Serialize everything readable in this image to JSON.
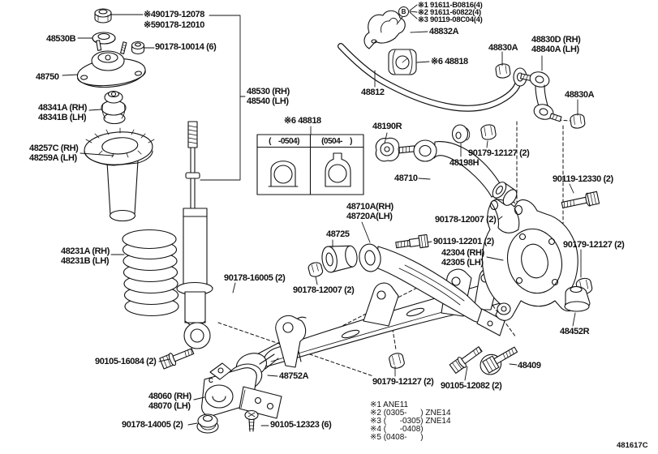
{
  "figure_code": "481617C",
  "ref_marker": "B",
  "marker_c": "C",
  "bolt_notes": [
    "※1 91611-B0816(4)",
    "※2 91611-60822(4)",
    "※3 90119-08C04(4)"
  ],
  "footnotes": [
    "※1 ANE11",
    "※2 (0305-      ) ZNE14",
    "※3 (      -0305) ZNE14",
    "※4 (      -0408)",
    "※5 (0408-      )"
  ],
  "bushing_table": {
    "title": "※6 48818",
    "col_left": "(    -0504)",
    "col_right": "(0504-    )"
  },
  "labels": {
    "strut_nut_note4": "※490179-12078",
    "strut_nut_note5": "※590178-12010",
    "dust_seal": "48530B",
    "support_nut": "90178-10014 (6)",
    "support": "48750",
    "bump_stop_rh": "48341A (RH)",
    "bump_stop_lh": "48341B (LH)",
    "spring_seat_rh": "48257C (RH)",
    "spring_seat_lh": "48259A (LH)",
    "shock_rh": "48530 (RH)",
    "shock_lh": "48540 (LH)",
    "coil_spring_rh": "48231A (RH)",
    "coil_spring_lh": "48231B (LH)",
    "stab_bracket": "48832A",
    "stab_bushing": "※6 48818",
    "stab_bar": "48812",
    "stab_nut_left": "48830A",
    "stab_link_rh": "48830D (RH)",
    "stab_link_lh": "48840A (LH)",
    "stab_nut_right": "48830A",
    "ball_joint": "48190R",
    "upper_arm": "48710",
    "cam_nut": "90179-12127 (2)",
    "cam_plate": "48198H",
    "knuckle_bolt": "90119-12330 (2)",
    "lower_arm_rh": "48710A(RH)",
    "lower_arm_lh": "48720A(LH)",
    "arm_bushing": "48725",
    "arm_nut_right": "90178-12007 (2)",
    "arm_bolt": "90119-12201 (2)",
    "knuckle_rh": "42304 (RH)",
    "knuckle_lh": "42305 (LH)",
    "knuckle_nut": "90179-12127 (2)",
    "shock_nut_lower": "90178-16005 (2)",
    "arm_nut_left": "90178-12007 (2)",
    "knuckle_boot": "48452R",
    "shock_bolt": "90105-16084 (2)",
    "beam_bushing": "48752A",
    "beam_bolt_washer": "48409",
    "beam_nut": "90179-12127 (2)",
    "beam_bolt": "90105-12082 (2)",
    "bracket_rh": "48060 (RH)",
    "bracket_lh": "48070 (LH)",
    "bracket_nut": "90178-14005 (2)",
    "bracket_screw": "90105-12323 (6)"
  }
}
